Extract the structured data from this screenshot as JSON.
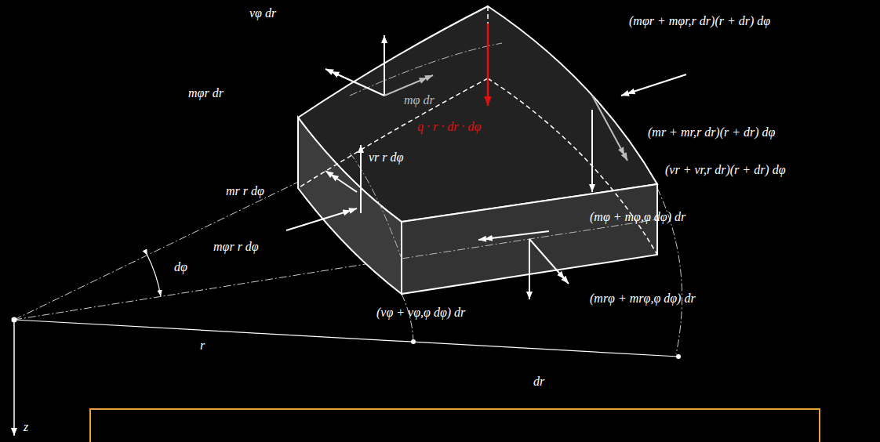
{
  "diagram": {
    "labels": [
      "vφ dr",
      "mφr dr",
      "mφ dr",
      "q · r · dr · dφ",
      "vr r dφ",
      "mr r dφ",
      "mφr r dφ",
      "dφ",
      "r",
      "dr",
      "(mφr + mφr,r dr)(r + dr) dφ",
      "(mr + mr,r dr)(r + dr) dφ",
      "(vr + vr,r dr)(r + dr) dφ",
      "(mφ + mφ,φ dφ) dr",
      "(mrφ + mrφ,φ dφ) dr",
      "(vφ + vφ,φ dφ) dr",
      "z"
    ]
  }
}
